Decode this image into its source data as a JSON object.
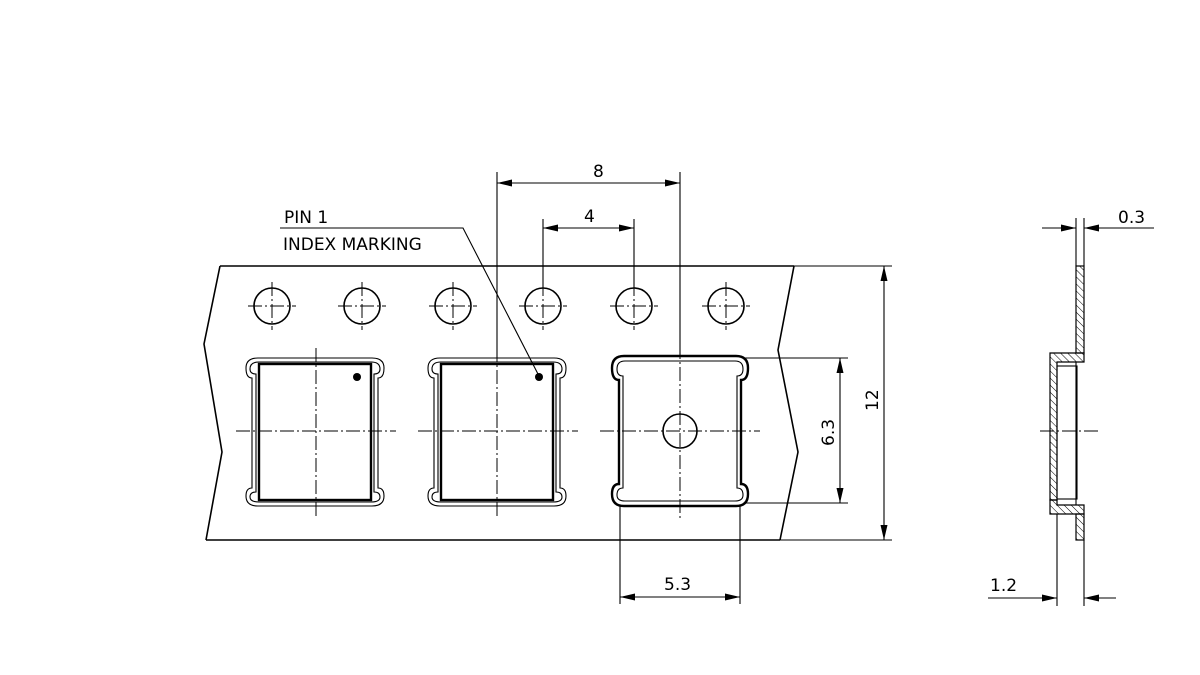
{
  "labels": {
    "pin_line1": "PIN 1",
    "pin_line2": "INDEX MARKING"
  },
  "dimensions": {
    "pitch": "8",
    "hole_pitch": "4",
    "width": "12",
    "pocket_height": "6.3",
    "pocket_width": "5.3",
    "thickness": "0.3",
    "depth": "1.2"
  }
}
